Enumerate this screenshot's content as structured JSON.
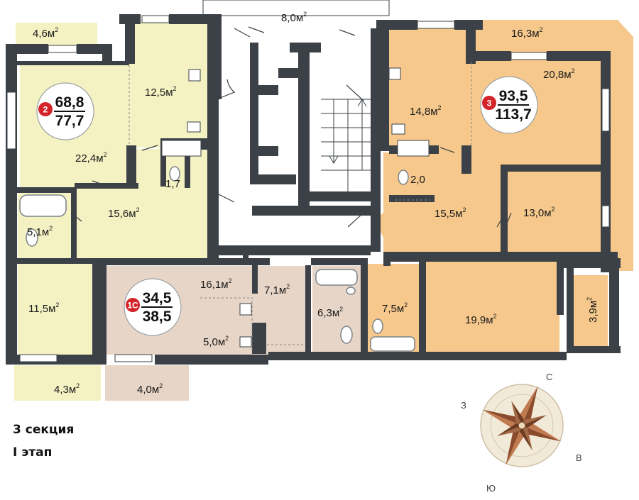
{
  "floorplan": {
    "rooms": [
      {
        "id": "balcony-top",
        "label": "8,0м²"
      },
      {
        "id": "loggia-a",
        "label": "4,6м²"
      },
      {
        "id": "kitchen-a",
        "label": "12,5м²"
      },
      {
        "id": "living-a",
        "label": "22,4м²"
      },
      {
        "id": "wc-a",
        "label": "1,7"
      },
      {
        "id": "bath-a",
        "label": "5,1м²"
      },
      {
        "id": "hall-a",
        "label": "15,6м²"
      },
      {
        "id": "bedroom-a",
        "label": "11,5м²"
      },
      {
        "id": "loggia-a2",
        "label": "4,3м²"
      },
      {
        "id": "loggia-b",
        "label": "4,0м²"
      },
      {
        "id": "studio-living",
        "label": "16,1м²"
      },
      {
        "id": "studio-kitchen",
        "label": "5,0м²"
      },
      {
        "id": "studio-hall",
        "label": "7,1м²"
      },
      {
        "id": "studio-bath",
        "label": "6,3м²"
      },
      {
        "id": "bath-c",
        "label": "7,5м²"
      },
      {
        "id": "loggia-c",
        "label": "16,3м²"
      },
      {
        "id": "living-c",
        "label": "20,8м²"
      },
      {
        "id": "kitchen-c",
        "label": "14,8м²"
      },
      {
        "id": "wc-c",
        "label": "2,0"
      },
      {
        "id": "hall-c",
        "label": "15,5м²"
      },
      {
        "id": "bedroom-c1",
        "label": "13,0м²"
      },
      {
        "id": "bedroom-c2",
        "label": "19,9м²"
      },
      {
        "id": "loggia-c2",
        "label": "3,9м²"
      }
    ],
    "badges": [
      {
        "rooms": "2",
        "living": "68,8",
        "total": "77,7"
      },
      {
        "rooms": "1С",
        "living": "34,5",
        "total": "38,5"
      },
      {
        "rooms": "3",
        "living": "93,5",
        "total": "113,7"
      }
    ],
    "colors": {
      "apt_two": "#f4f1c2",
      "apt_studio": "#e7d5c7",
      "apt_three": "#f6c88c",
      "wall": "#3b4146",
      "badge_tag": "#d3242a"
    }
  },
  "compass": {
    "north": "С",
    "west": "З",
    "east": "В",
    "south": "Ю"
  },
  "caption": {
    "line1": "3 секция",
    "line2": "I этап"
  }
}
